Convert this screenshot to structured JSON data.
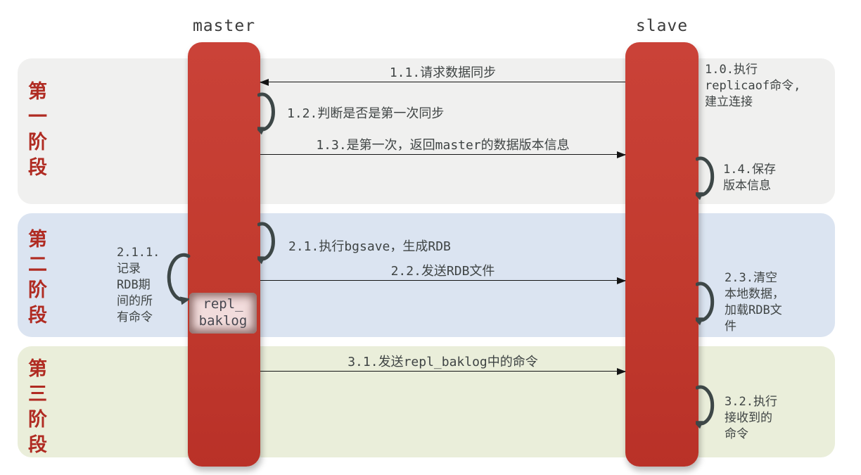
{
  "titles": {
    "master": "master",
    "slave": "slave"
  },
  "phases": [
    {
      "label": "第一阶段"
    },
    {
      "label": "第二阶段"
    },
    {
      "label": "第三阶段"
    }
  ],
  "messages": {
    "m10": "1.0.执行\nreplicaof命令,\n建立连接",
    "m11": "1.1.请求数据同步",
    "m12": "1.2.判断是否是第一次同步",
    "m13": "1.3.是第一次，返回master的数据版本信息",
    "m14": "1.4.保存\n版本信息",
    "m21": "2.1.执行bgsave，生成RDB",
    "m211": "2.1.1.\n记录\nRDB期\n间的所\n有命令",
    "m22": "2.2.发送RDB文件",
    "m23": "2.3.清空\n本地数据，\n加载RDB文\n件",
    "m31": "3.1.发送repl_baklog中的命令",
    "m32": "3.2.执行\n接收到的\n命令"
  },
  "repl_box": "repl_\nbaklog",
  "colors": {
    "bar_red": "#c23a2e",
    "phase_label_red": "#b02b22",
    "band1_gray": "#f0f0ef",
    "band2_blue": "#dbe4f1",
    "band3_green": "#eaeeda",
    "loop_arrow": "#3d4747",
    "message_line": "#141414",
    "text_dark": "#3f4444"
  }
}
